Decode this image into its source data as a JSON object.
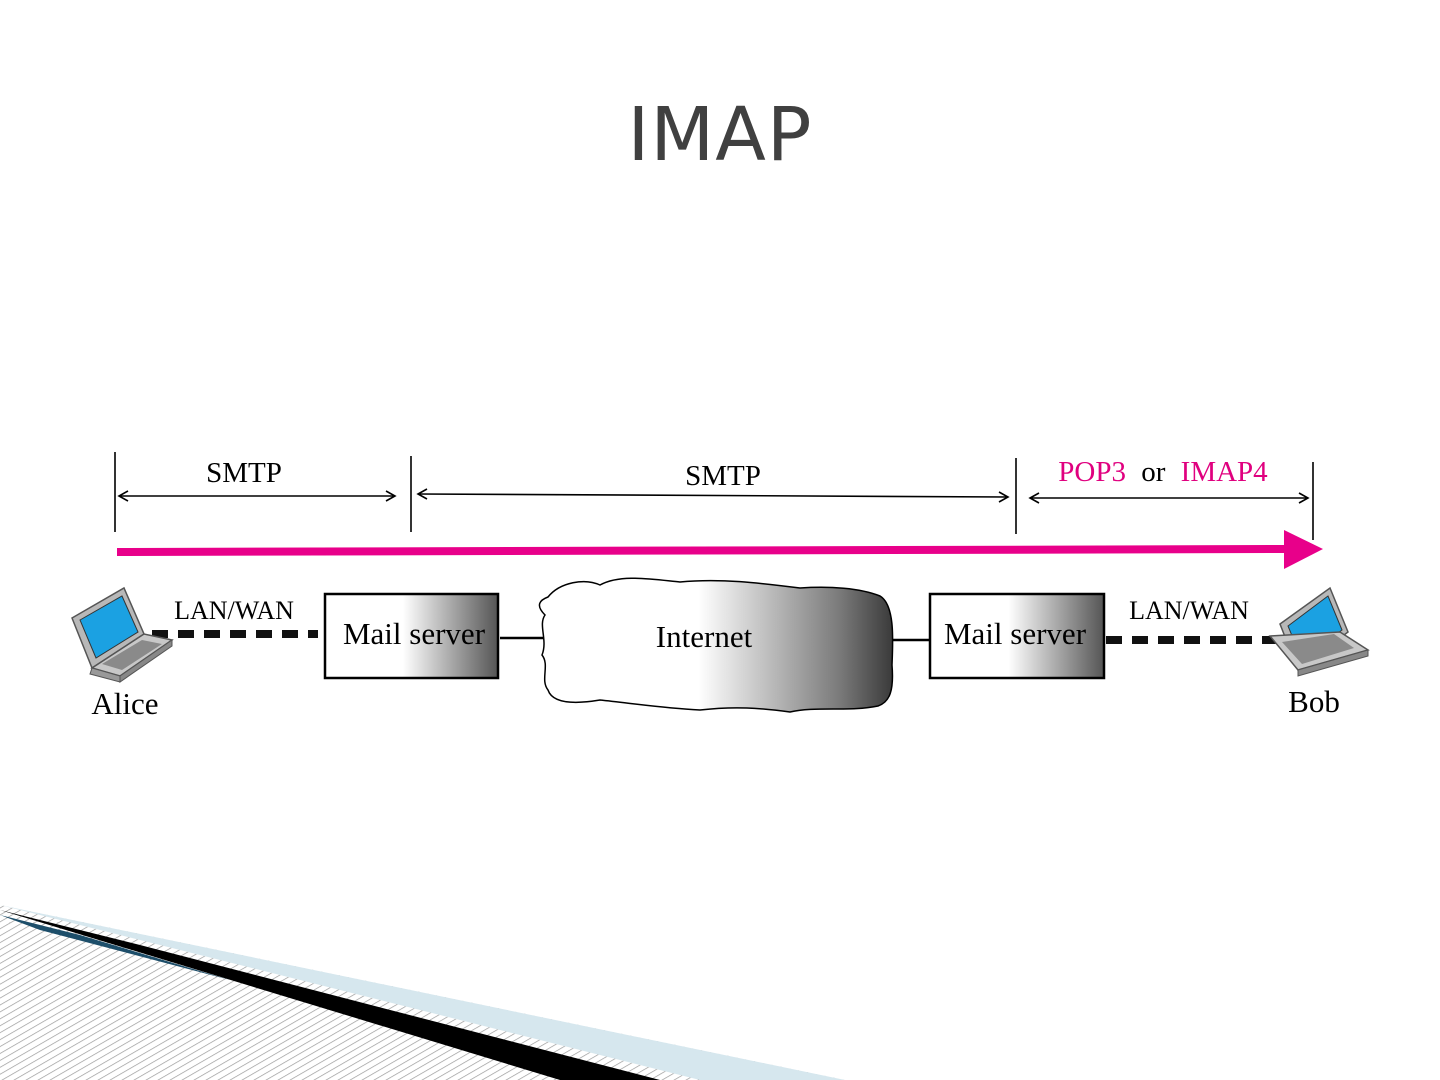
{
  "slide": {
    "title": "IMAP"
  },
  "diagram": {
    "protocols": {
      "first_hop": "SMTP",
      "middle_hop": "SMTP",
      "retrieve_a": "POP3",
      "retrieve_or": "or",
      "retrieve_b": "IMAP4"
    },
    "left_link": "LAN/WAN",
    "right_link": "LAN/WAN",
    "left_server": "Mail server",
    "right_server": "Mail server",
    "network": "Internet",
    "sender": "Alice",
    "receiver": "Bob"
  },
  "colors": {
    "flow_arrow": "#e8008a",
    "highlight_text": "#e0007f",
    "title": "#404040",
    "laptop_screen": "#1ba1e2"
  },
  "icons": [
    "laptop-icon",
    "laptop-icon",
    "cloud-icon",
    "arrow-right-icon"
  ]
}
